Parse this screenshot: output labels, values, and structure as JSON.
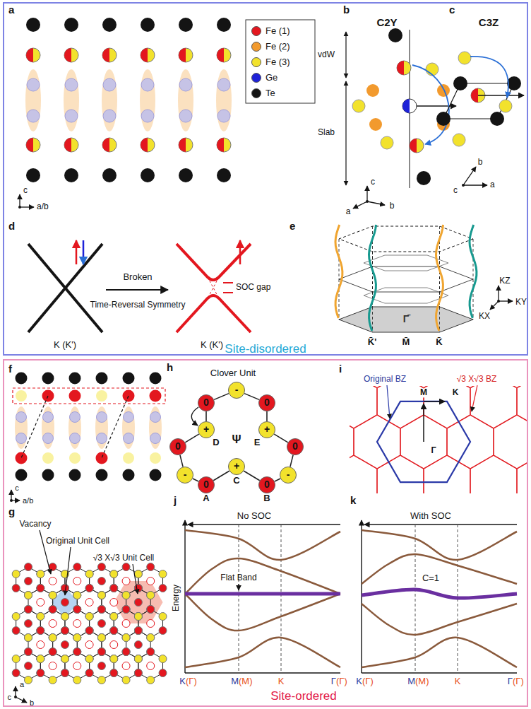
{
  "diagram": {
    "nodes": [
      {
        "text": [
          "Site-disordered"
        ]
      },
      {
        "text": [
          "Site-ordered"
        ]
      },
      {
        "text": [
          "-"
        ],
        "in": 1
      },
      {
        "text": [
          "0"
        ],
        "in": 1
      },
      {
        "text": [
          "0"
        ],
        "in": 1
      },
      {
        "text": [
          "+",
          "D"
        ],
        "in": 1
      },
      {
        "text": [
          "+",
          "E"
        ],
        "in": 1
      },
      {
        "text": [
          "0"
        ],
        "in": 1
      },
      {
        "text": [
          "0"
        ],
        "in": 1
      },
      {
        "text": [
          "-"
        ],
        "in": 1
      },
      {
        "text": [
          "+",
          "C"
        ],
        "in": 1
      },
      {
        "text": [
          "-"
        ],
        "in": 1
      },
      {
        "text": [
          "0",
          "A"
        ],
        "in": 1
      },
      {
        "text": [
          "0",
          "B"
        ],
        "in": 1
      }
    ],
    "edges": [
      {
        "from": 2,
        "to": 4,
        "arrow": "none"
      },
      {
        "from": 4,
        "to": 6,
        "arrow": "none"
      },
      {
        "from": 6,
        "to": 8,
        "arrow": "none"
      },
      {
        "from": 8,
        "to": 11,
        "arrow": "none"
      },
      {
        "from": 11,
        "to": 13,
        "arrow": "none"
      },
      {
        "from": 13,
        "to": 10,
        "arrow": "none"
      },
      {
        "from": 10,
        "to": 12,
        "arrow": "none"
      },
      {
        "from": 12,
        "to": 9,
        "arrow": "none"
      },
      {
        "from": 9,
        "to": 7,
        "arrow": "none"
      },
      {
        "from": 7,
        "to": 5,
        "arrow": "none"
      },
      {
        "from": 5,
        "to": 3,
        "arrow": "none"
      },
      {
        "from": 3,
        "to": 2,
        "arrow": "none"
      }
    ],
    "labels": [
      "a",
      "c",
      "a/b",
      "b",
      "C2Y",
      "vdW",
      "Slab",
      "c",
      "a",
      "b",
      "c",
      "C3Z",
      "b",
      "a",
      "c",
      "d",
      "K (K')",
      "Broken",
      "Time-Reversal Symmetry",
      "SOC gap",
      "K (K')",
      "e",
      "Γ̄",
      "K̄'",
      "M̄",
      "K̄",
      "KZ",
      "KX",
      "KY",
      "f",
      "c",
      "a/b",
      "g",
      "Vacancy",
      "Original Unit Cell",
      "√3 X√3 Unit Cell",
      "a",
      "c",
      "b",
      "h",
      "Clover Unit",
      "Ψ",
      "i",
      "Original BZ",
      "√3 X√3 BZ",
      "M",
      "K",
      "Γ",
      "j",
      "No SOC",
      "Flat Band",
      "Energy",
      "K",
      "(Γ)",
      "M",
      "(M)",
      "K",
      "Γ",
      "(Γ)",
      "k",
      "With SOC",
      "C=1",
      "K",
      "(Γ)",
      "M",
      "(M)",
      "K",
      "Γ",
      "(Γ)"
    ],
    "legend": [
      {
        "text": "Fe (1)",
        "color": "#e3171f"
      },
      {
        "text": "Fe (2)",
        "color": "#f29a2e"
      },
      {
        "text": "Fe (3)",
        "color": "#f2e22c"
      },
      {
        "text": "Ge",
        "color": "#1e22d8"
      },
      {
        "text": "Te",
        "color": "#141414"
      }
    ]
  }
}
